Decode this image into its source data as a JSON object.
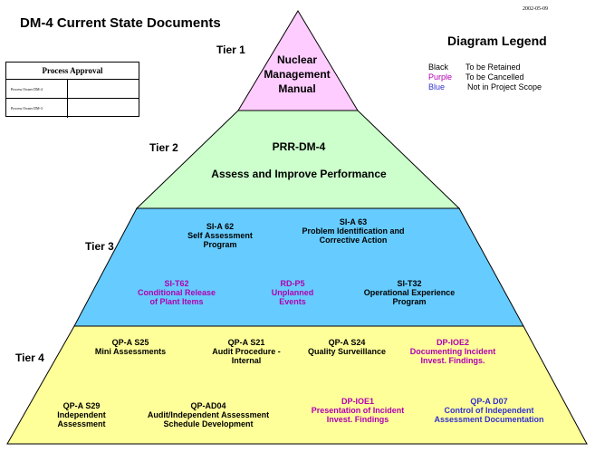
{
  "header": {
    "title": "DM-4 Current State Documents",
    "date": "2002-05-09"
  },
  "legend": {
    "title": "Diagram Legend",
    "items": [
      {
        "swatch": "Black",
        "desc": "To be Retained",
        "color": "#000000"
      },
      {
        "swatch": "Purple",
        "desc": "To be Cancelled",
        "color": "#b000b0"
      },
      {
        "swatch": "Blue",
        "desc": "Not in Project Scope",
        "color": "#3333cc"
      }
    ]
  },
  "approval": {
    "title": "Process Approval",
    "rows": [
      {
        "label": "Process Owner DM-4"
      },
      {
        "label": "Process Owner DM-3"
      }
    ]
  },
  "tiers": {
    "t1": {
      "label": "Tier 1",
      "lines": [
        "Nuclear",
        "Management",
        "Manual"
      ],
      "fill": "#ffccff"
    },
    "t2": {
      "label": "Tier 2",
      "title": "PRR-DM-4",
      "subtitle": "Assess and Improve Performance",
      "fill": "#ccffcc"
    },
    "t3": {
      "label": "Tier 3",
      "fill": "#66ccff"
    },
    "t4": {
      "label": "Tier 4",
      "fill": "#ffff99"
    }
  },
  "nodes": {
    "sia62": {
      "code": "SI-A 62",
      "lines": [
        "Self Assessment",
        "Program"
      ]
    },
    "sia63": {
      "code": "SI-A 63",
      "lines": [
        "Problem Identification and",
        "Corrective Action"
      ]
    },
    "sit62": {
      "code": "SI-T62",
      "lines": [
        "Conditional Release",
        "of Plant Items"
      ]
    },
    "rdp5": {
      "code": "RD-P5",
      "lines": [
        "Unplanned",
        "Events"
      ]
    },
    "sit32": {
      "code": "SI-T32",
      "lines": [
        "Operational Experience",
        "Program"
      ]
    },
    "qpas25": {
      "code": "QP-A S25",
      "lines": [
        "Mini Assessments"
      ]
    },
    "qpas21": {
      "code": "QP-A S21",
      "lines": [
        "Audit Procedure -",
        "Internal"
      ]
    },
    "qpas24": {
      "code": "QP-A S24",
      "lines": [
        "Quality Surveillance"
      ]
    },
    "dpioe2": {
      "code": "DP-IOE2",
      "lines": [
        "Documenting Incident",
        "Invest. Findings."
      ]
    },
    "qpas29": {
      "code": "QP-A S29",
      "lines": [
        "Independent",
        "Assessment"
      ]
    },
    "qpad04": {
      "code": "QP-AD04",
      "lines": [
        "Audit/Independent Assessment",
        "Schedule Development"
      ]
    },
    "dpioe1": {
      "code": "DP-IOE1",
      "lines": [
        "Presentation of Incident",
        "Invest. Findings"
      ]
    },
    "qpad07": {
      "code": "QP-A D07",
      "lines": [
        "Control of Independent",
        "Assessment Documentation"
      ]
    }
  }
}
